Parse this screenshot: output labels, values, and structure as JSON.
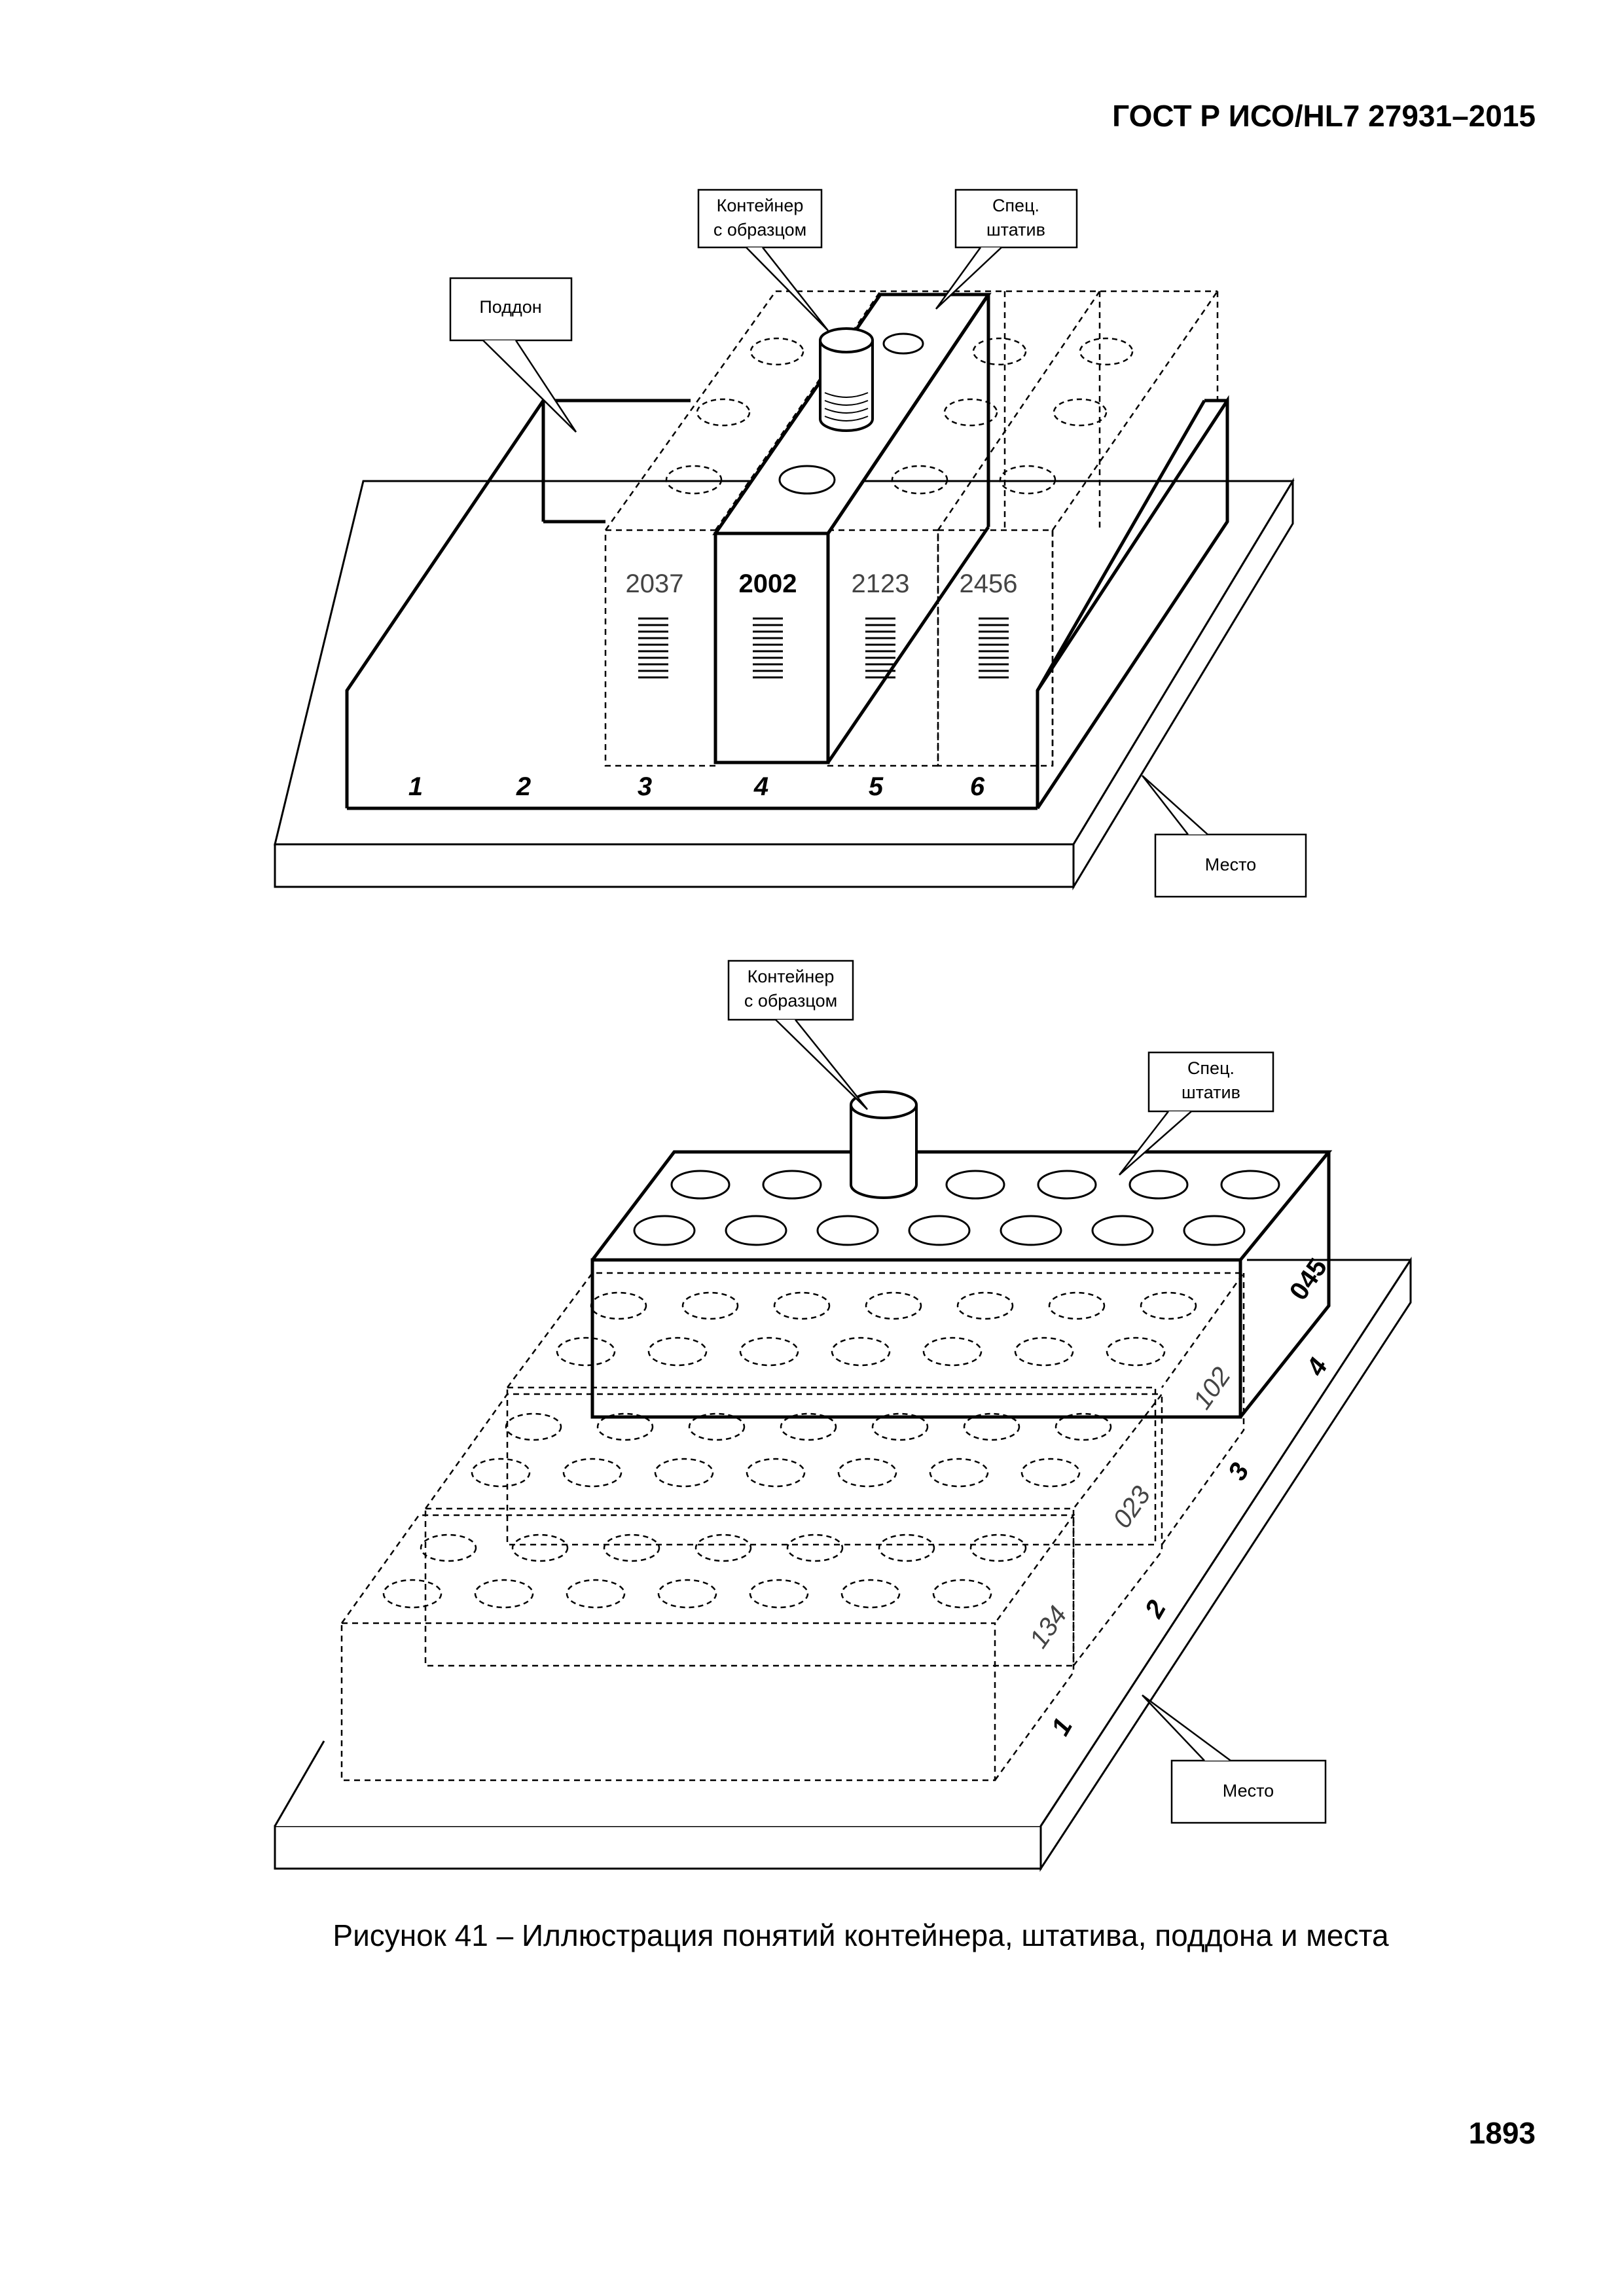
{
  "header": {
    "standard": "ГОСТ Р ИСО/HL7 27931–2015"
  },
  "figure_top": {
    "callouts": {
      "container": [
        "Контейнер",
        "с образцом"
      ],
      "rack": [
        "Спец.",
        "штатив"
      ],
      "tray": "Поддон",
      "location": "Место"
    },
    "rack_codes": [
      "2037",
      "2002",
      "2123",
      "2456"
    ],
    "positions": [
      "1",
      "2",
      "3",
      "4",
      "5",
      "6"
    ]
  },
  "figure_bottom": {
    "callouts": {
      "container": [
        "Контейнер",
        "с образцом"
      ],
      "rack": [
        "Спец.",
        "штатив"
      ],
      "location": "Место"
    },
    "rack_codes": [
      "045",
      "102",
      "023",
      "134"
    ],
    "positions": [
      "4",
      "3",
      "2",
      "1"
    ]
  },
  "caption": "Рисунок 41 – Иллюстрация понятий контейнера, штатива, поддона и места",
  "page_number": "1893"
}
